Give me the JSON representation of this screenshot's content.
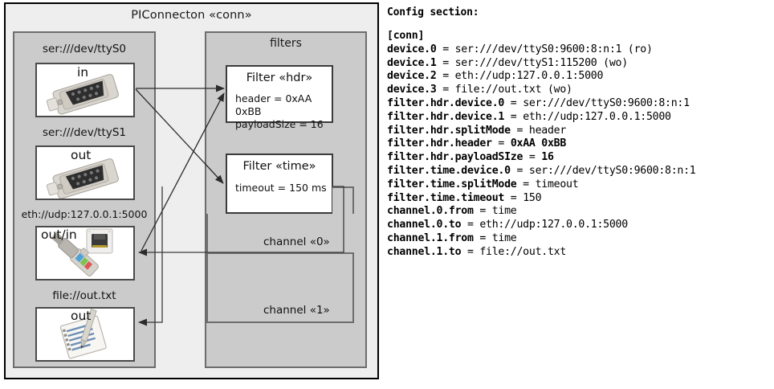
{
  "diagram": {
    "title": "PIConnecton «conn»",
    "devices_panel": {
      "name": "devices",
      "items": [
        {
          "label": "ser:///dev/ttyS0",
          "mode": "in",
          "icon": "serial-port-icon"
        },
        {
          "label": "ser:///dev/ttyS1",
          "mode": "out",
          "icon": "serial-port-icon"
        },
        {
          "label": "eth://udp:127.0.0.1:5000",
          "mode": "out/in",
          "icon": "ethernet-plug-icon"
        },
        {
          "label": "file://out.txt",
          "mode": "out",
          "icon": "text-file-icon"
        }
      ]
    },
    "filters_panel": {
      "title": "filters",
      "filters": [
        {
          "title": "Filter «hdr»",
          "attrs": [
            "header = 0xAA 0xBB",
            "payloadSize = 16"
          ]
        },
        {
          "title": "Filter «time»",
          "attrs": [
            "timeout = 150 ms"
          ]
        }
      ],
      "channels": [
        {
          "label": "channel «0»"
        },
        {
          "label": "channel «1»"
        }
      ]
    }
  },
  "config": {
    "heading": "Config section:",
    "lines": [
      {
        "key": "[conn]",
        "sep": "",
        "value": "",
        "value_bold": false
      },
      {
        "key": "device.0",
        "sep": " = ",
        "value": "ser:///dev/ttyS0:9600:8:n:1 (ro)",
        "value_bold": false
      },
      {
        "key": "device.1",
        "sep": " = ",
        "value": "ser:///dev/ttyS1:115200 (wo)",
        "value_bold": false
      },
      {
        "key": "device.2",
        "sep": " = ",
        "value": "eth://udp:127.0.0.1:5000",
        "value_bold": false
      },
      {
        "key": "device.3",
        "sep": " = ",
        "value": "file://out.txt (wo)",
        "value_bold": false
      },
      {
        "key": "filter.hdr.device.0",
        "sep": " = ",
        "value": "ser:///dev/ttyS0:9600:8:n:1",
        "value_bold": false
      },
      {
        "key": "filter.hdr.device.1",
        "sep": " = ",
        "value": "eth://udp:127.0.0.1:5000",
        "value_bold": false
      },
      {
        "key": "filter.hdr.splitMode",
        "sep": " = ",
        "value": "header",
        "value_bold": false
      },
      {
        "key": "filter.hdr.header",
        "sep": " = ",
        "value": "0xAA 0xBB",
        "value_bold": true
      },
      {
        "key": "filter.hdr.payloadSIze",
        "sep": " = ",
        "value": "16",
        "value_bold": true
      },
      {
        "key": "filter.time.device.0",
        "sep": " = ",
        "value": "ser:///dev/ttyS0:9600:8:n:1",
        "value_bold": false
      },
      {
        "key": "filter.time.splitMode",
        "sep": " = ",
        "value": "timeout",
        "value_bold": false
      },
      {
        "key": "filter.time.timeout",
        "sep": " = ",
        "value": "150",
        "value_bold": false
      },
      {
        "key": "channel.0.from",
        "sep": " = ",
        "value": "time",
        "value_bold": false
      },
      {
        "key": "channel.0.to",
        "sep": " = ",
        "value": "eth://udp:127.0.0.1:5000",
        "value_bold": false
      },
      {
        "key": "channel.1.from",
        "sep": " = ",
        "value": "time",
        "value_bold": false
      },
      {
        "key": "channel.1.to",
        "sep": " = ",
        "value": "file://out.txt",
        "value_bold": false
      }
    ]
  },
  "colors": {
    "panel_fill": "#cbcbcb",
    "panel_border": "#6d6d6d",
    "outer_fill": "#eeeeee",
    "outer_border": "#000000",
    "card_fill": "#ffffff",
    "line": "#333333"
  }
}
